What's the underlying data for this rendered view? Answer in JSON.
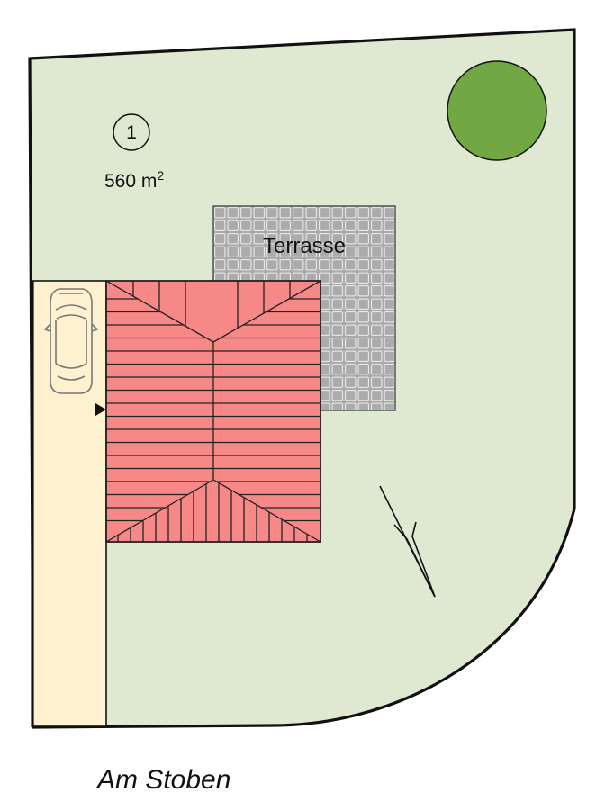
{
  "plot": {
    "number": "1",
    "area_value": "560 m",
    "area_unit_sup": "2"
  },
  "terrace": {
    "label": "Terrasse"
  },
  "street": {
    "name": "Am Stoben"
  },
  "icons": {
    "car": "car-icon",
    "tree": "tree-icon",
    "entrance": "entrance-marker-icon",
    "north": "north-arrow-icon"
  },
  "colors": {
    "plot_fill": "#dfe8d0",
    "driveway_fill": "#fdf1d0",
    "roof_fill": "#f78888",
    "terrace_fill": "#ababab",
    "tree_fill": "#72a843",
    "outline": "#111111"
  }
}
